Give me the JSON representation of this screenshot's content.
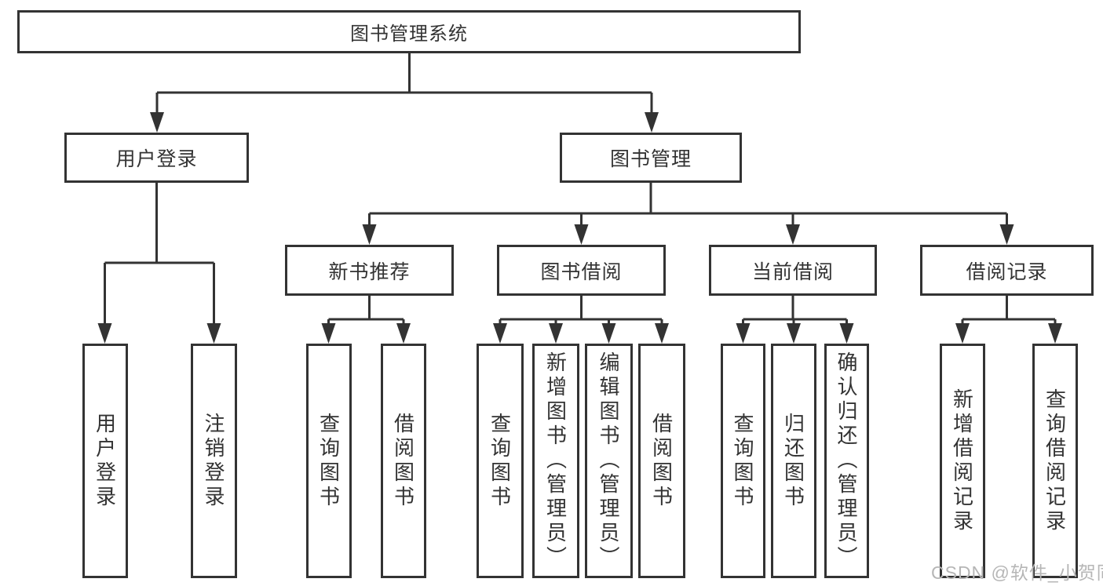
{
  "tree": {
    "root": "图书管理系统",
    "children": [
      {
        "label": "用户登录",
        "leaves": [
          "用户登录",
          "注销登录"
        ]
      },
      {
        "label": "图书管理",
        "groups": [
          {
            "label": "新书推荐",
            "leaves": [
              "查询图书",
              "借阅图书"
            ]
          },
          {
            "label": "图书借阅",
            "leaves": [
              "查询图书",
              "新增图书（管理员）",
              "编辑图书（管理员）",
              "借阅图书"
            ]
          },
          {
            "label": "当前借阅",
            "leaves": [
              "查询图书",
              "归还图书",
              "确认归还（管理员）"
            ]
          },
          {
            "label": "借阅记录",
            "leaves": [
              "新增借阅记录",
              "查询借阅记录"
            ]
          }
        ]
      }
    ]
  },
  "watermark": {
    "text": "CSDN @软件_小贺同学"
  },
  "colors": {
    "line": "#333333",
    "box_border": "#333333",
    "text": "#333333",
    "background": "#ffffff",
    "watermark_text": "#b6b6b6"
  }
}
